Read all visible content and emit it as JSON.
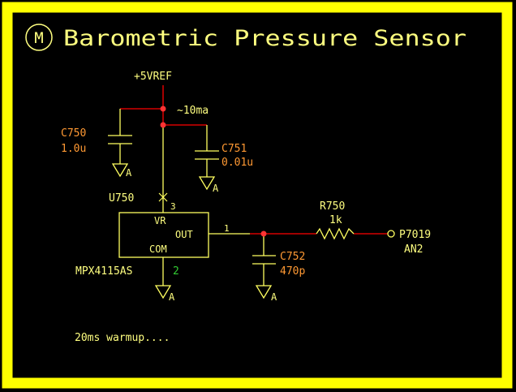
{
  "title": "Barometric Pressure Sensor",
  "logo_letter": "M",
  "power_label": "+5VREF",
  "current_label": "~10ma",
  "note": "20ms warmup....",
  "caps": [
    {
      "ref": "C750",
      "value": "1.0u"
    },
    {
      "ref": "C751",
      "value": "0.01u"
    },
    {
      "ref": "C752",
      "value": "470p"
    }
  ],
  "ic": {
    "ref": "U750",
    "part": "MPX4115AS",
    "pin_vr": "VR",
    "pin_out": "OUT",
    "pin_com": "COM",
    "pin3": "3",
    "pin1": "1",
    "pin2": "2"
  },
  "resistor": {
    "ref": "R750",
    "value": "1k"
  },
  "port": {
    "name": "P7019",
    "signal": "AN2"
  },
  "ground_label": "A",
  "colors": {
    "border": "#ffff00",
    "text": "#ffff80",
    "component_label": "#ff9933",
    "wire": "#ff0000",
    "device": "#ffff60",
    "pin_number": "#33cc33",
    "junction": "#ff3333"
  }
}
